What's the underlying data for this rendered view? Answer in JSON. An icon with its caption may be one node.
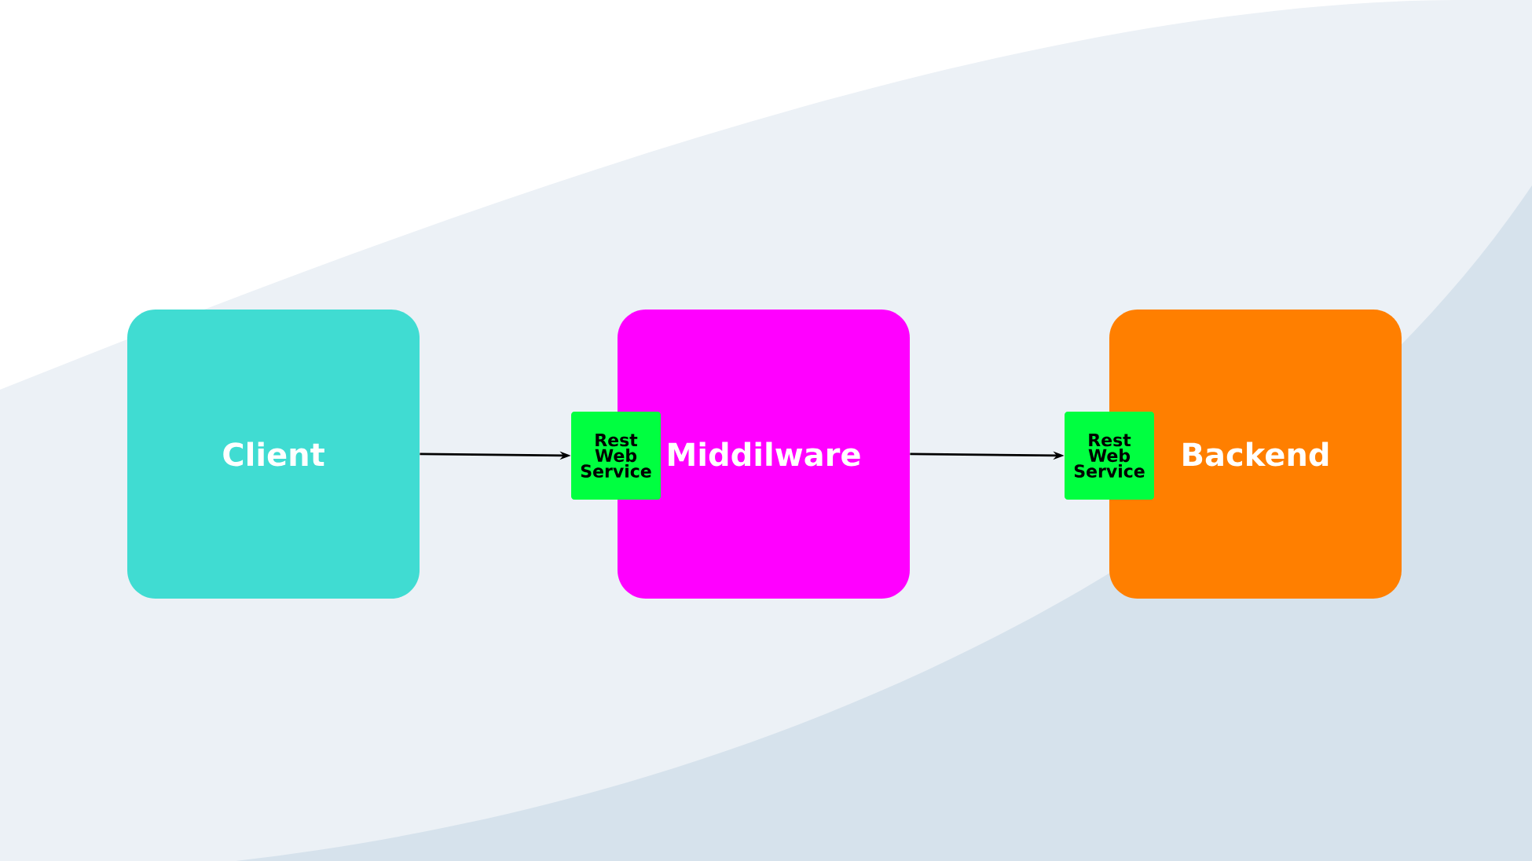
{
  "diagram": {
    "nodes": [
      {
        "text": [
          "Client"
        ]
      },
      {
        "text": [
          "Middilware"
        ]
      },
      {
        "text": [
          "Rest Web Service"
        ]
      },
      {
        "text": [
          "Backend"
        ]
      },
      {
        "text": [
          "Rest Web Service"
        ]
      }
    ],
    "edges": [
      {
        "from": 0,
        "to": 2,
        "arrow": "to"
      },
      {
        "from": 1,
        "to": 4,
        "arrow": "to"
      }
    ]
  }
}
